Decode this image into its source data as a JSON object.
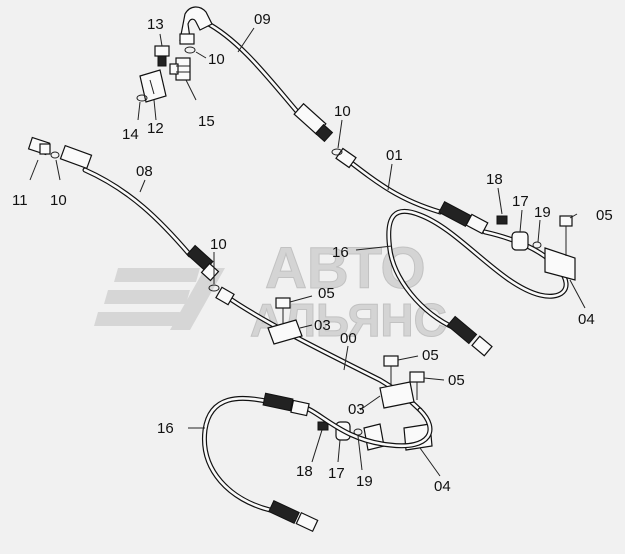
{
  "watermark": {
    "line1": "АВТО",
    "line2": "АЛЬЯНС"
  },
  "labels": {
    "l13": "13",
    "l09": "09",
    "l10a": "10",
    "l15": "15",
    "l14": "14",
    "l12": "12",
    "l10b": "10",
    "l01": "01",
    "l08": "08",
    "l11": "11",
    "l10c": "10",
    "l18a": "18",
    "l17a": "17",
    "l19a": "19",
    "l05a": "05",
    "l16a": "16",
    "l10d": "10",
    "l04a": "04",
    "l05b": "05",
    "l03a": "03",
    "l00": "00",
    "l05c": "05",
    "l05d": "05",
    "l16b": "16",
    "l03b": "03",
    "l18b": "18",
    "l17b": "17",
    "l19b": "19",
    "l04b": "04"
  },
  "colors": {
    "background": "#f1f1f1",
    "ink": "#111111",
    "watermark": "#d4d4d4"
  }
}
